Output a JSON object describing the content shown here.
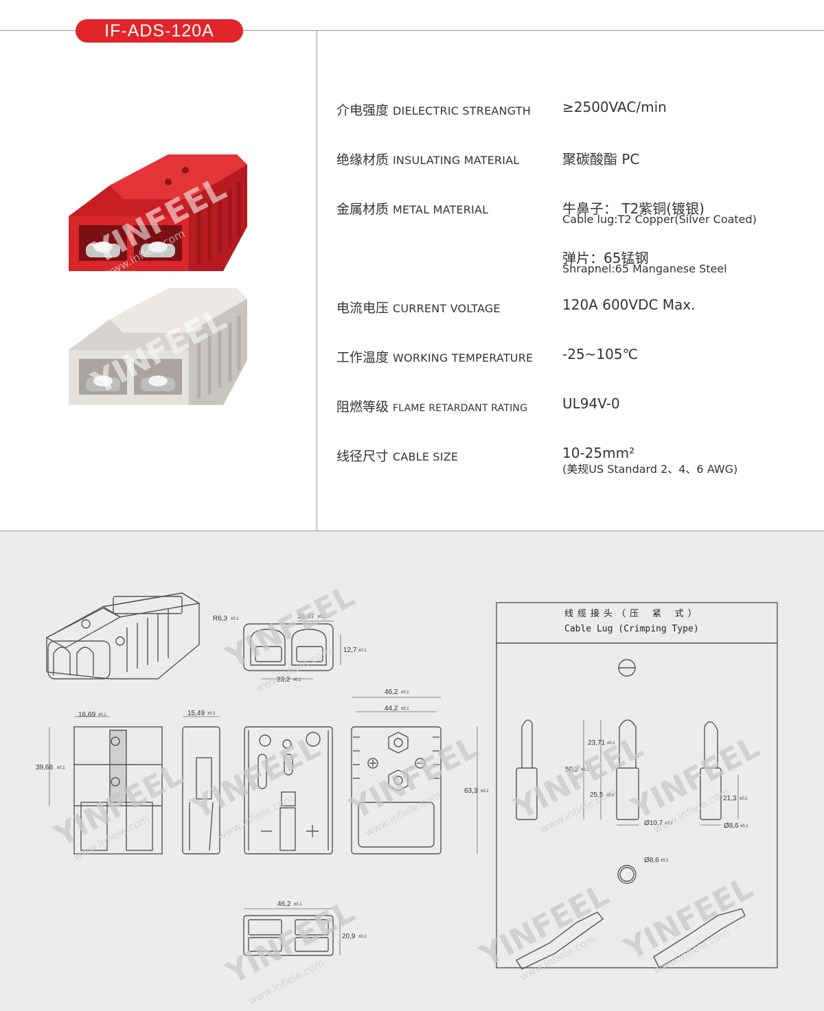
{
  "header": {
    "model": "IF-ADS-120A"
  },
  "colors": {
    "accent_red": "#e1252b",
    "connector_red": "#d8262a",
    "connector_grey": "#e4e2de",
    "drawing_bg": "#ececec"
  },
  "watermark": {
    "brand": "YINFEEL",
    "url": "www.infiele.com"
  },
  "specs": [
    {
      "cn": "介电强度",
      "en": "DIELECTRIC STREANGTH",
      "value": "≥2500VAC/min"
    },
    {
      "cn": "绝缘材质",
      "en": "INSULATING MATERIAL",
      "value": "聚碳酸酯 PC"
    },
    {
      "cn": "金属材质",
      "en": "METAL MATERIAL",
      "value": "牛鼻子： T2紫铜(镀银)",
      "sub": "Cable lug:T2 Copper(Silver Coated)",
      "value2": "弹片：65锰钢",
      "sub2": "Shrapnel:65 Manganese Steel"
    },
    {
      "cn": "电流电压",
      "en": "CURRENT VOLTAGE",
      "value": "120A 600VDC Max."
    },
    {
      "cn": "工作温度",
      "en": "WORKING TEMPERATURE",
      "value": "-25~105℃"
    },
    {
      "cn": "阻燃等级",
      "en": "FLAME RETARDANT RATING",
      "value": "UL94V-0"
    },
    {
      "cn": "线径尺寸",
      "en": "CABLE SIZE",
      "value": "10-25mm²",
      "sub": "(美规US Standard 2、4、6 AWG)"
    }
  ],
  "drawing": {
    "dims": {
      "r63": "R6,3",
      "w1647": "16,47",
      "h127": "12,7",
      "w232": "23,2",
      "w1669": "16,69",
      "h3968": "39,68",
      "w1549": "15,49",
      "w462": "46,2",
      "w442": "44,2",
      "h633": "63,3",
      "w462b": "46,2",
      "h209": "20,9",
      "tol": "±0,1"
    },
    "cable_lug": {
      "title_cn": "线缆接头（压 紧 式）",
      "title_en": "Cable Lug (Crimping Type)",
      "dims": {
        "h2371": "23,71",
        "h502": "50,2",
        "h255": "25,5",
        "d107": "Ø10,7",
        "h213": "21,3",
        "d86": "Ø8,6",
        "d86b": "Ø8,6"
      }
    }
  }
}
